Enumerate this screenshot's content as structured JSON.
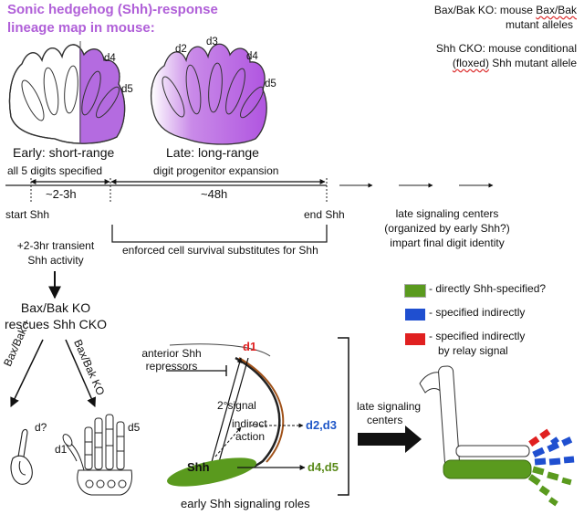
{
  "title": {
    "line1": "Sonic hedgehog (Shh)-response",
    "line2": "lineage map in mouse:"
  },
  "notes": {
    "baxbak_line1_prefix": "Bax/Bak KO: mouse ",
    "baxbak_line1_ul": "Bax/Bak",
    "baxbak_line2": "mutant alleles",
    "shh_cko_line1": "Shh CKO: mouse conditional",
    "shh_cko_line2_ul": "(floxed)",
    "shh_cko_line2_rest": " Shh mutant allele"
  },
  "limbs": {
    "early_label": "Early: short-range",
    "late_label": "Late: long-range",
    "early_digits": [
      "d4",
      "d5"
    ],
    "late_digits": [
      "d2",
      "d3",
      "d4",
      "d5"
    ]
  },
  "timeline": {
    "phase1_label": "all 5 digits specified",
    "phase2_label": "digit progenitor expansion",
    "dur1": "~2-3h",
    "dur2": "~48h",
    "start": "start Shh",
    "end": "end Shh",
    "late_centers": [
      "late signaling centers",
      "(organized by early Shh?)",
      "impart final digit identity"
    ],
    "survival": "enforced cell survival substitutes for Shh"
  },
  "left_flow": {
    "transient_line1": "+2-3hr transient",
    "transient_line2": "Shh activity",
    "rescue_line1": "Bax/Bak KO",
    "rescue_line2": "rescues Shh CKO",
    "branch_left": "Bax/Bak +",
    "branch_right": "Bax/Bak KO",
    "d_question": "d?",
    "d1": "d1",
    "d5": "d5"
  },
  "signaling": {
    "d1": "d1",
    "anterior_line1": "anterior Shh",
    "anterior_line2": "repressors",
    "second_signal": "2°signal",
    "indirect_line1": "indirect",
    "indirect_line2": "action",
    "d23": "d2,d3",
    "shh": "Shh",
    "d45": "d4,d5",
    "caption": "early Shh signaling roles",
    "late_line1": "late signaling",
    "late_line2": "centers"
  },
  "legend": [
    {
      "label": "- directly Shh-specified?",
      "color": "#5a9a1e"
    },
    {
      "label": "- specified indirectly",
      "color": "#1f4fd0"
    },
    {
      "label": "- specified indirectly",
      "label2": "by relay signal",
      "color": "#e02020"
    }
  ],
  "colors": {
    "title_purple": "#b05fd8",
    "limb_purple": "#b46be0",
    "green": "#5a9a1e",
    "blue": "#1f4fd0",
    "red": "#e02020",
    "d1_red": "#e02020",
    "d23_blue": "#1f57c8",
    "d45_green": "#5a8a1a"
  }
}
